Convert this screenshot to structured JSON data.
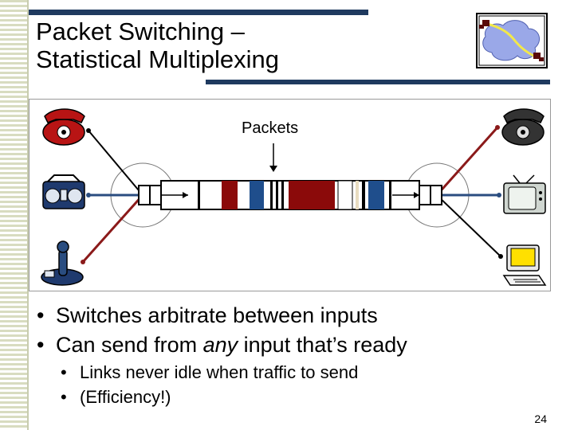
{
  "slide": {
    "title_line1": "Packet Switching –",
    "title_line2": "Statistical Multiplexing",
    "diagram_label": "Packets",
    "bullets": [
      "Switches arbitrate between inputs",
      "Can send from ",
      "any",
      " input that’s ready"
    ],
    "sub_bullets": [
      "Links never idle when traffic to send",
      "(Efficiency!)"
    ],
    "page_number": "24"
  },
  "colors": {
    "accent_bar": "#1f3a5f",
    "packet_red": "#8b0a0a",
    "packet_blue": "#1f4e8c",
    "packet_tan": "#e8dcc0",
    "link_red": "#8b1a1a",
    "link_blue": "#2a4d80"
  },
  "icons": {
    "logo": "network-cloud-icon",
    "left_devices": [
      "telephone-icon",
      "boombox-icon",
      "joystick-icon"
    ],
    "right_devices": [
      "telephone-icon",
      "television-icon",
      "computer-icon"
    ]
  }
}
